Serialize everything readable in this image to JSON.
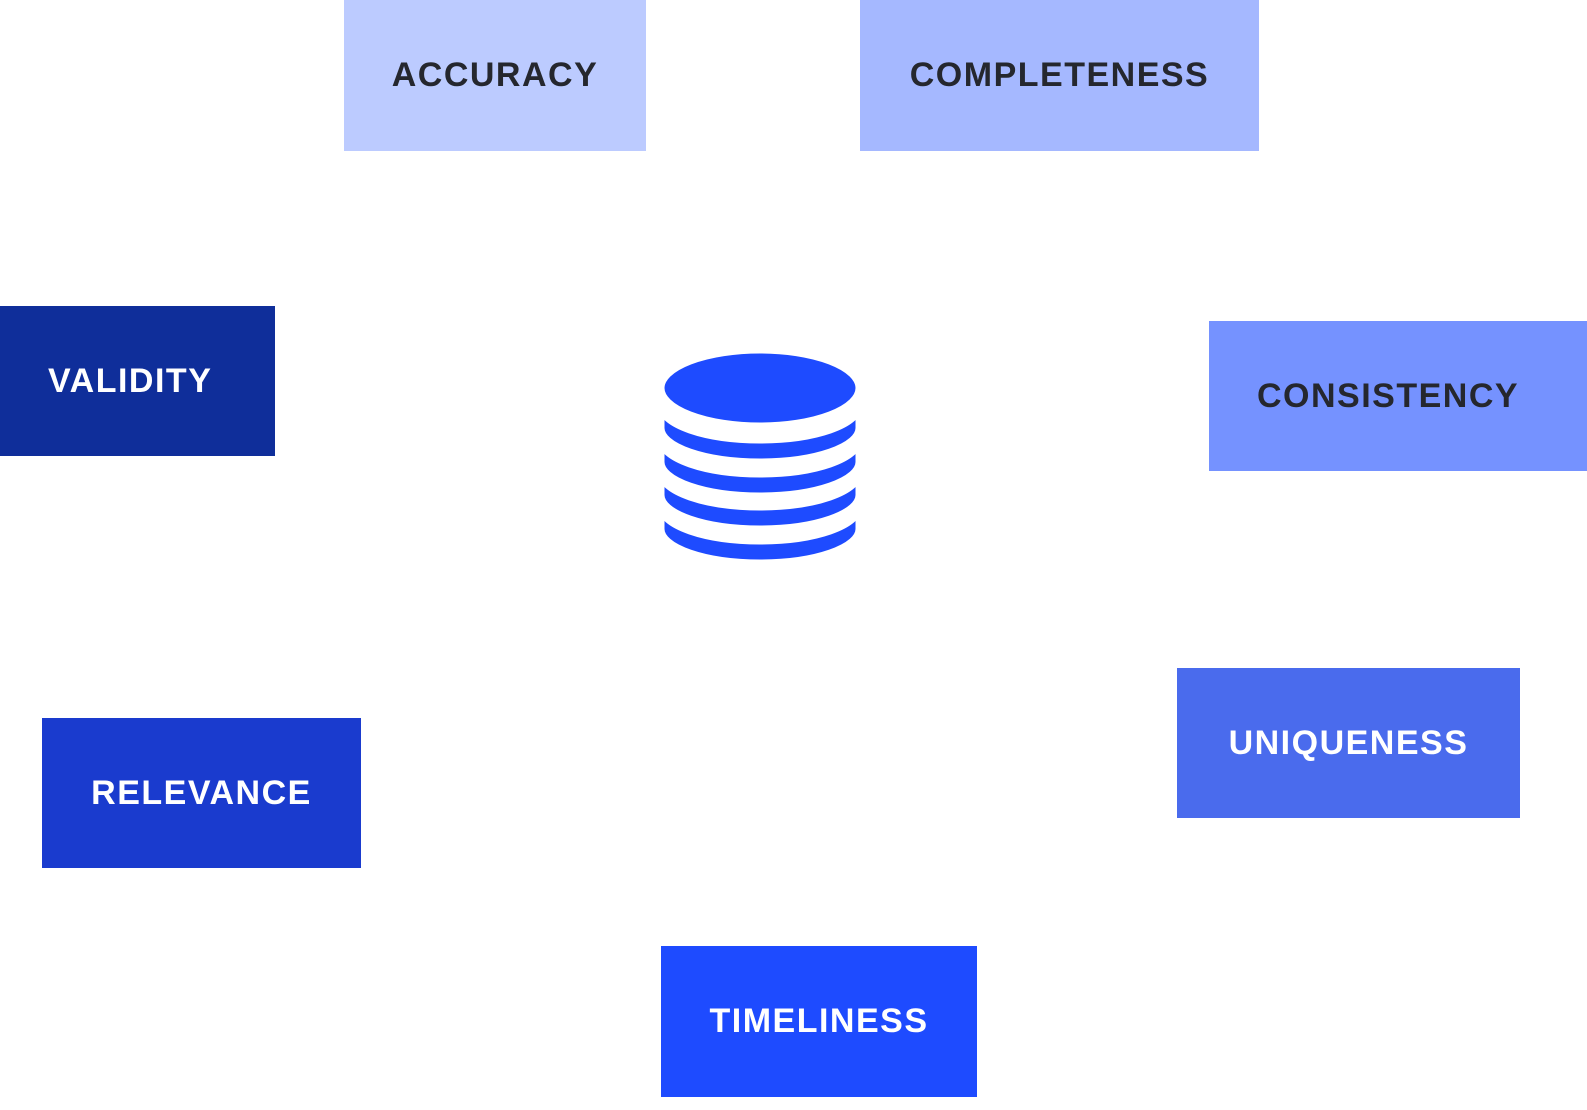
{
  "title": "Data quality dimensions",
  "center_icon": "database-icon",
  "colors": {
    "accuracy": "#bccbff",
    "completeness": "#a5b8ff",
    "consistency": "#7592ff",
    "uniqueness": "#4a6bed",
    "timeliness": "#1e4bff",
    "relevance": "#1a3bce",
    "validity": "#0f2e9a",
    "database": "#1e4bff"
  },
  "dimensions": {
    "accuracy": "ACCURACY",
    "completeness": "COMPLETENESS",
    "consistency": "CONSISTENCY",
    "uniqueness": "UNIQUENESS",
    "timeliness": "TIMELINESS",
    "relevance": "RELEVANCE",
    "validity": "VALIDITY"
  }
}
